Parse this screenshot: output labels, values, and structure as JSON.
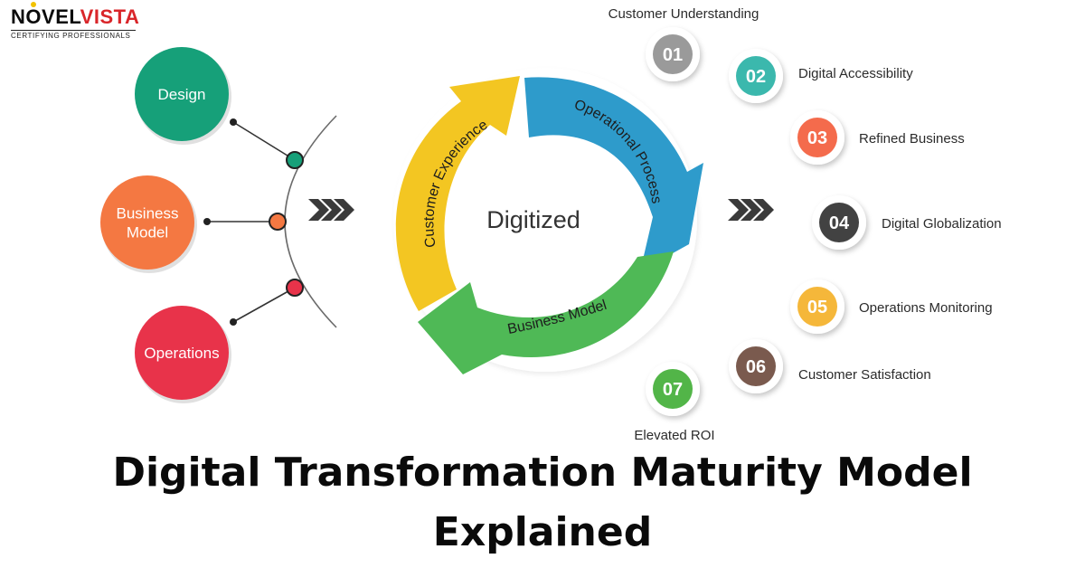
{
  "logo": {
    "brand_part1": "N",
    "brand_part2": "VEL",
    "brand_part3": "VISTA",
    "tagline": "CERTIFYING PROFESSIONALS"
  },
  "left_circles": [
    {
      "label_lines": [
        "Design"
      ],
      "color": "#16a079"
    },
    {
      "label_lines": [
        "Business",
        "Model"
      ],
      "color": "#f47842"
    },
    {
      "label_lines": [
        "Operations"
      ],
      "color": "#e8334a"
    }
  ],
  "connector_dot_colors": [
    "#16a079",
    "#f47842",
    "#e8334a"
  ],
  "cycle": {
    "center": "Digitized",
    "segments": [
      {
        "label": "Customer Experience",
        "color": "#f3c622"
      },
      {
        "label": "Operational Process",
        "color": "#2e9bcb"
      },
      {
        "label": "Business Model",
        "color": "#4fb956"
      }
    ]
  },
  "outcomes": [
    {
      "number": "01",
      "label": "Customer Understanding",
      "color": "#9a9a9a"
    },
    {
      "number": "02",
      "label": "Digital Accessibility",
      "color": "#3bb8ad"
    },
    {
      "number": "03",
      "label": "Refined Business",
      "color": "#f46b4c"
    },
    {
      "number": "04",
      "label": "Digital Globalization",
      "color": "#424242"
    },
    {
      "number": "05",
      "label": "Operations Monitoring",
      "color": "#f5b73a"
    },
    {
      "number": "06",
      "label": "Customer Satisfaction",
      "color": "#7a5a4e"
    },
    {
      "number": "07",
      "label": "Elevated ROI",
      "color": "#52b548"
    }
  ],
  "title": {
    "line1": "Digital Transformation Maturity Model",
    "line2": "Explained"
  }
}
